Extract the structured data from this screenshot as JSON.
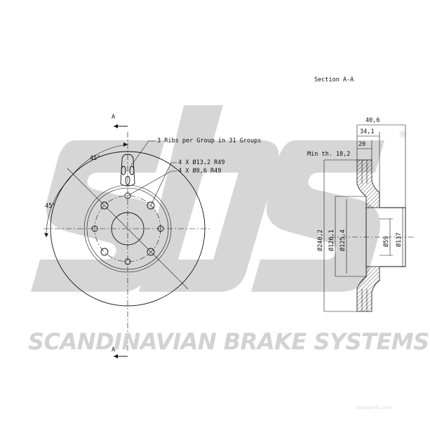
{
  "brand": {
    "slogan": "SCANDINAVIAN BRAKE SYSTEMS",
    "registered_mark": "®",
    "logo_lettering": "sbs",
    "watermark": "autoparts.com"
  },
  "front_view": {
    "section_marker_top": "A",
    "section_marker_bottom": "A",
    "angle_upper": "45°",
    "angle_left": "45°",
    "ribs_note": "3 Ribs per Group in 31 Groups",
    "hole_spec_1": "4 X Ø13,2   R49",
    "hole_spec_2": "4 X Ø8,6   R49"
  },
  "section_view": {
    "title": "Section A-A",
    "dim_overall_width": "40,6",
    "dim_hat_height": "34,1",
    "dim_thickness": "20",
    "min_thickness": "Min th. 18,2",
    "dim_outer_diameter": "Ø240,2",
    "dim_hat_diameter_1": "Ø126,1",
    "dim_hat_diameter_2": "Ø125,4",
    "dim_center_bore": "Ø59",
    "dim_hub_diameter": "Ø137"
  }
}
